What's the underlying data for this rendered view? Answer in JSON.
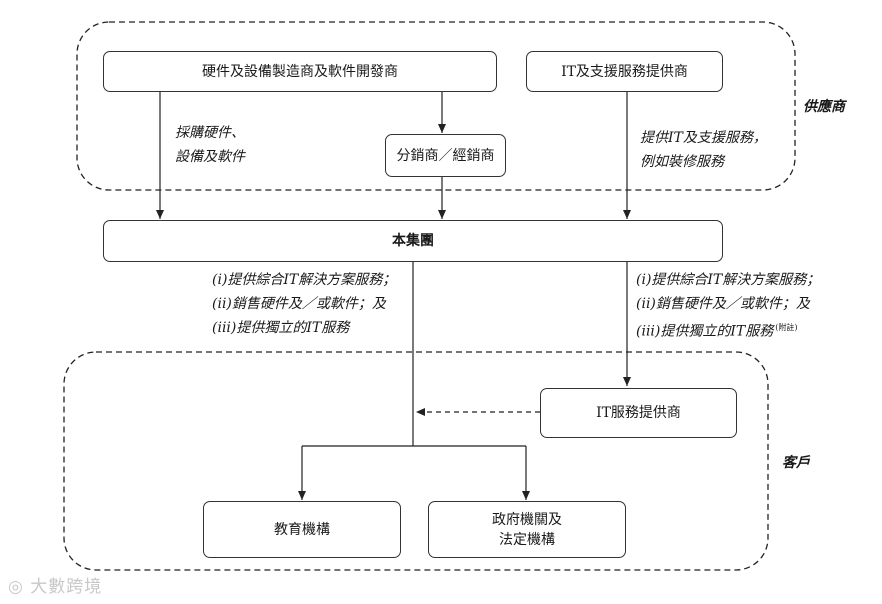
{
  "diagram": {
    "supplier_group_label": "供應商",
    "customer_group_label": "客戶",
    "nodes": {
      "hardware_vendor": "硬件及設備製造商及軟件開發商",
      "it_support_vendor": "IT及支援服務提供商",
      "distributor": "分銷商／經銷商",
      "group": "本集團",
      "it_service_provider": "IT服務提供商",
      "education": "教育機構",
      "government_line1": "政府機關及",
      "government_line2": "法定機構"
    },
    "edge_labels": {
      "procure_line1": "採購硬件、",
      "procure_line2": "設備及軟件",
      "support_line1": "提供IT及支援服務，",
      "support_line2": "例如裝修服務",
      "left_services": [
        "(i)提供綜合IT解決方案服務；",
        "(ii)銷售硬件及／或軟件；及",
        "(iii)提供獨立的IT服務"
      ],
      "right_services": [
        "(i)提供綜合IT解決方案服務；",
        "(ii)銷售硬件及／或軟件；及",
        "(iii)提供獨立的IT服務"
      ],
      "note_marker": "(附註)"
    },
    "watermark": "大數跨境"
  }
}
